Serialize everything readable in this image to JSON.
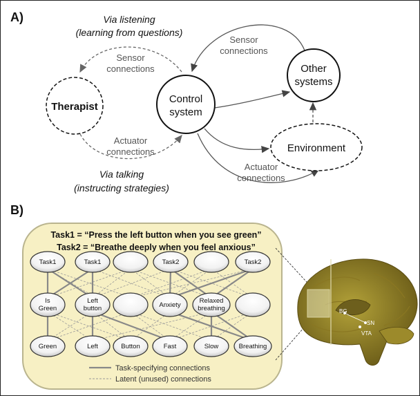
{
  "panel_a": {
    "label": "A)",
    "nodes": {
      "therapist": "Therapist",
      "control_line1": "Control",
      "control_line2": "system",
      "other_line1": "Other",
      "other_line2": "systems",
      "environment": "Environment"
    },
    "edge_labels": {
      "sensor_left_1": "Sensor",
      "sensor_left_2": "connections",
      "sensor_right_1": "Sensor",
      "sensor_right_2": "connections",
      "actuator_left_1": "Actuator",
      "actuator_left_2": "connections",
      "actuator_right_1": "Actuator",
      "actuator_right_2": "connections"
    },
    "captions": {
      "listening_1": "Via listening",
      "listening_2": "(learning from questions)",
      "talking_1": "Via talking",
      "talking_2": "(instructing strategies)"
    }
  },
  "panel_b": {
    "label": "B)",
    "task1": "Task1 = “Press the left button when you see green”",
    "task2": "Task2  = “Breathe deeply when you feel anxious”",
    "top_row": [
      "Task1",
      "Task1",
      "",
      "Task2",
      "",
      "Task2"
    ],
    "mid_row": [
      [
        "Is",
        "Green"
      ],
      [
        "Left",
        "button"
      ],
      [
        ""
      ],
      [
        "Anxiety"
      ],
      [
        "Relaxed",
        "breathing"
      ],
      [
        ""
      ]
    ],
    "bottom_row": [
      "Green",
      "Left",
      "Button",
      "Fast",
      "Slow",
      "Breathing"
    ],
    "legend": {
      "solid": "Task-specifying connections",
      "dashed": "Latent (unused) connections"
    },
    "brain_labels": [
      "BG",
      "SN",
      "VTA"
    ]
  }
}
